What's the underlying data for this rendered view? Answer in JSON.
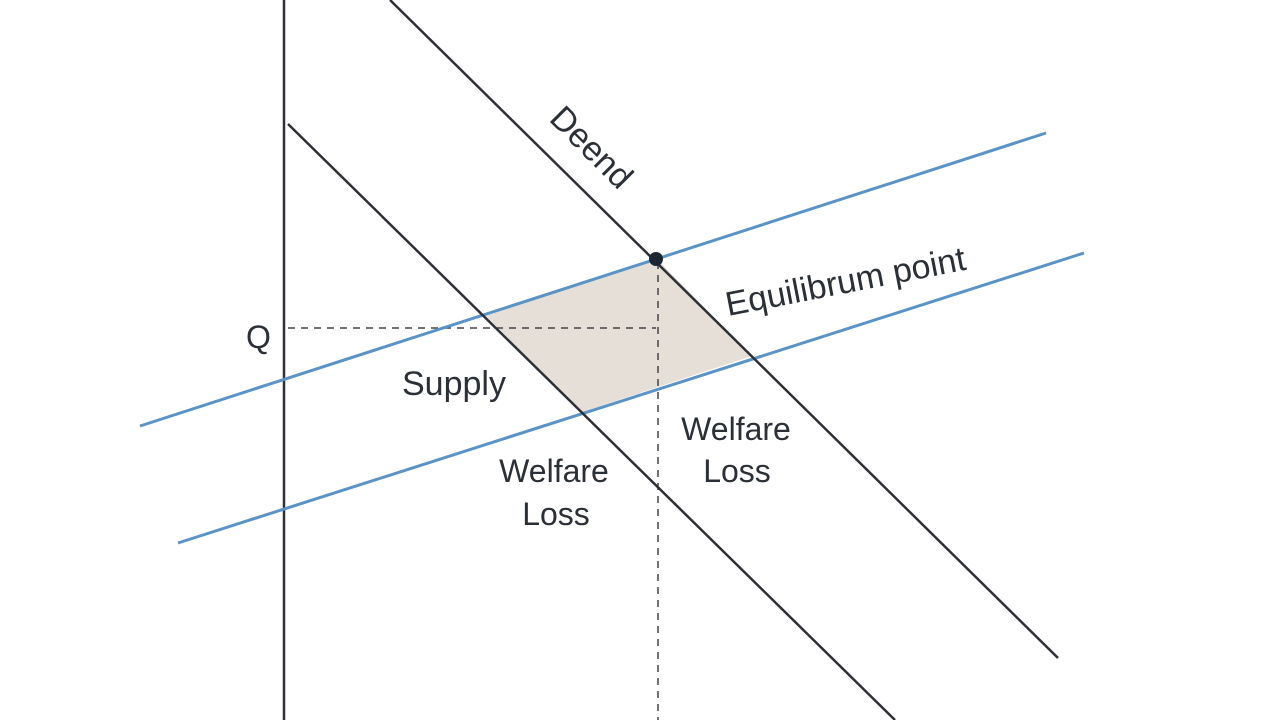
{
  "diagram": {
    "labels": {
      "demand": "Deend",
      "equilibrium": "Equilibrum point",
      "price_axis": "Q",
      "supply": "Supply",
      "welfare_loss_left": [
        "Welfare",
        "Loss"
      ],
      "welfare_loss_right": [
        "Welfare",
        "Loss"
      ]
    },
    "colors": {
      "dark_line": "#2e3035",
      "blue_line": "#5b93c6",
      "shaded_area": "#e6dfd8",
      "dashed": "#444444",
      "point": "#1c2533"
    }
  }
}
